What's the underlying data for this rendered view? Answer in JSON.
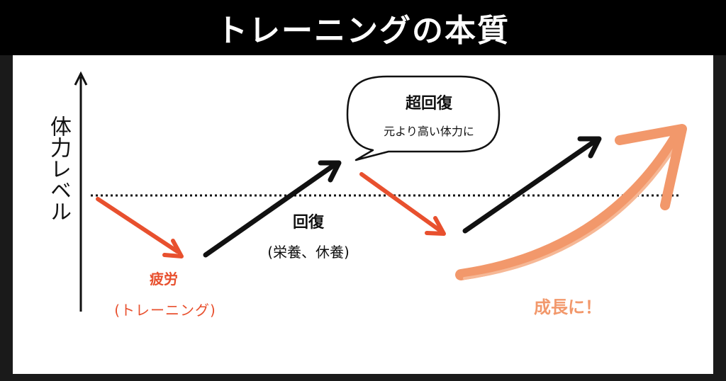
{
  "header": {
    "title": "トレーニングの本質"
  },
  "axis": {
    "y_label": "体力レベル"
  },
  "phases": {
    "fatigue": {
      "title": "疲労",
      "subtitle": "(トレーニング)"
    },
    "recovery": {
      "title": "回復",
      "subtitle": "(栄養、休養)"
    },
    "supercompensation": {
      "title": "超回復",
      "subtitle": "元より高い体力に"
    },
    "growth": {
      "label": "成長に！"
    }
  },
  "colors": {
    "header_bg": "#000000",
    "panel_bg": "#ffffff",
    "fatigue": "#e8502e",
    "recovery": "#111111",
    "growth": "#f2986b"
  }
}
